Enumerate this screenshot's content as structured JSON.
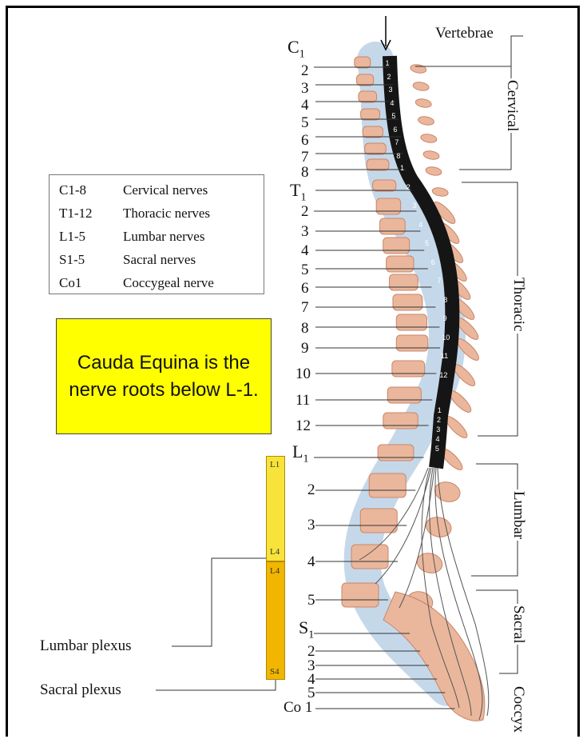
{
  "legend": [
    {
      "code": "C1-8",
      "label": "Cervical nerves"
    },
    {
      "code": "T1-12",
      "label": "Thoracic nerves"
    },
    {
      "code": "L1-5",
      "label": "Lumbar nerves"
    },
    {
      "code": "S1-5",
      "label": "Sacral nerves"
    },
    {
      "code": "Co1",
      "label": "Coccygeal nerve"
    }
  ],
  "note": "Cauda Equina is the nerve roots below L-1.",
  "regions": {
    "vertebrae": "Vertebrae",
    "cervical": "Cervical",
    "thoracic": "Thoracic",
    "lumbar": "Lumbar",
    "sacral": "Sacral",
    "coccyx": "Coccyx"
  },
  "nerve_labels": {
    "c1": "C",
    "c1_sub": "1",
    "c2": "2",
    "c3": "3",
    "c4": "4",
    "c5": "5",
    "c6": "6",
    "c7": "7",
    "c8": "8",
    "t1": "T",
    "t1_sub": "1",
    "t2": "2",
    "t3": "3",
    "t4": "4",
    "t5": "5",
    "t6": "6",
    "t7": "7",
    "t8": "8",
    "t9": "9",
    "t10": "10",
    "t11": "11",
    "t12": "12",
    "l1": "L",
    "l1_sub": "1",
    "l2": "2",
    "l3": "3",
    "l4": "4",
    "l5": "5",
    "s1": "S",
    "s1_sub": "1",
    "s2": "2",
    "s3": "3",
    "s4": "4",
    "s5": "5",
    "co1": "Co 1"
  },
  "cord_numbers": {
    "cervical": [
      "1",
      "2",
      "3",
      "4",
      "5",
      "6",
      "7",
      "8"
    ],
    "thoracic": [
      "1",
      "2",
      "3",
      "4",
      "5",
      "6",
      "7",
      "8",
      "9",
      "10",
      "11",
      "12"
    ],
    "lumbar": [
      "1",
      "2",
      "3",
      "4",
      "5"
    ]
  },
  "plexus": {
    "lumbar_label": "Lumbar plexus",
    "sacral_label": "Sacral plexus",
    "lumbar_top": "L1",
    "lumbar_bottom": "L4",
    "sacral_top": "L4",
    "sacral_bottom": "S4",
    "lumbar_color": "#f7e33a",
    "sacral_color": "#f2b600"
  },
  "colors": {
    "note_bg": "#ffff00",
    "bone": "#e8b49a",
    "disc": "#bcd3e6",
    "cord": "#151515"
  }
}
